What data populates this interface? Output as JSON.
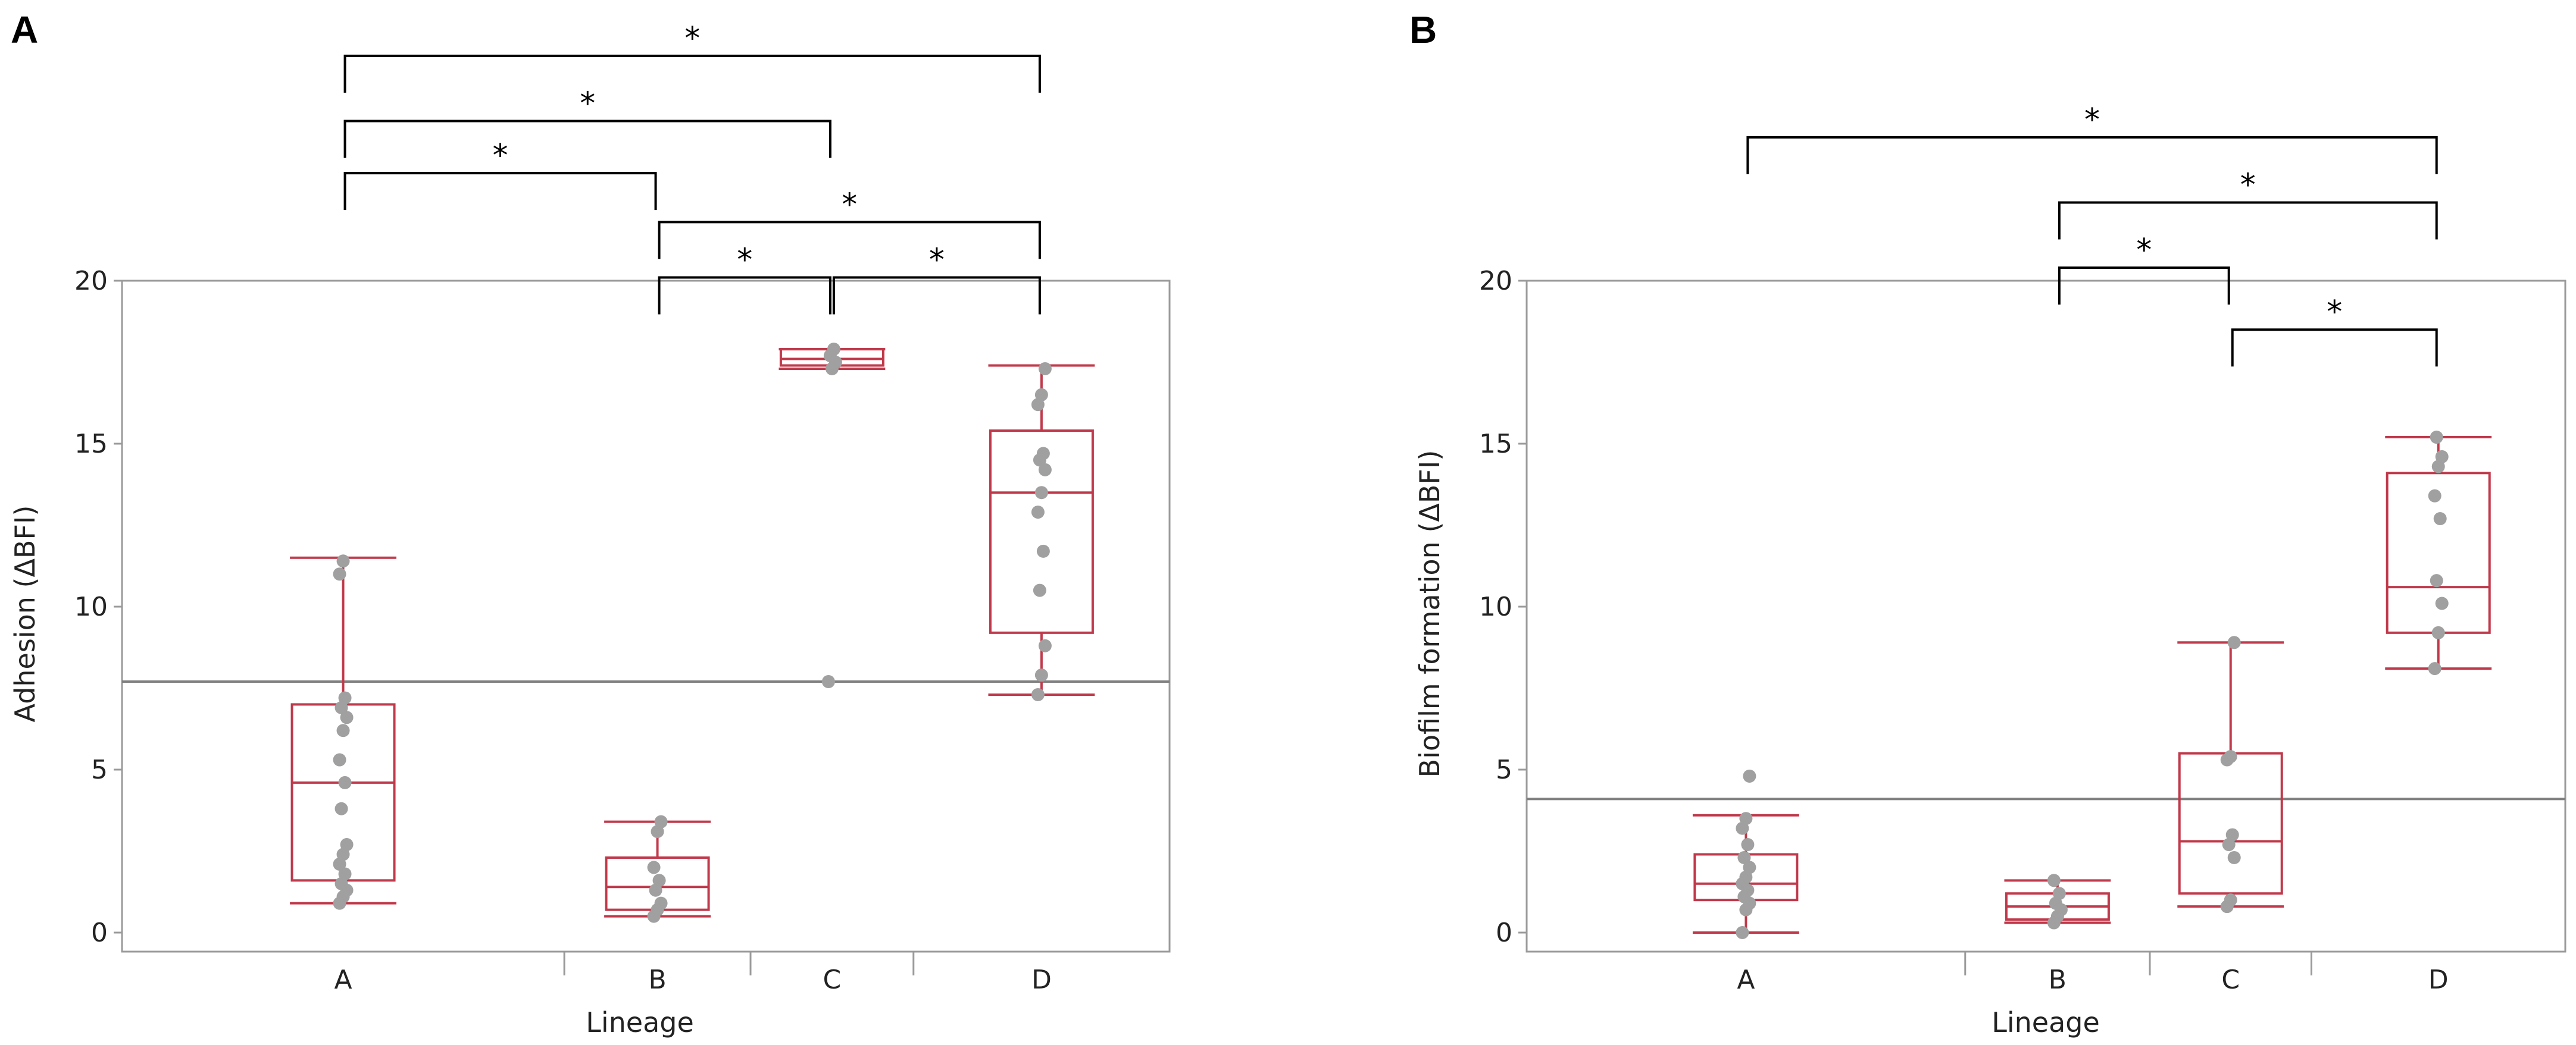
{
  "colors": {
    "box": "#c0394a",
    "point": "#a0a0a0",
    "axis": "#9a9a9a",
    "mean_line": "#808080",
    "bracket": "#000000"
  },
  "chart_data": [
    {
      "type": "box",
      "panel_label": "A",
      "xlabel": "Lineage",
      "ylabel": "Adhesion (ΔBFI)",
      "ylim": [
        0,
        20
      ],
      "yticks": [
        0,
        5,
        10,
        15,
        20
      ],
      "categories": [
        "A",
        "B",
        "C",
        "D"
      ],
      "category_widths": [
        19,
        8,
        7,
        11
      ],
      "reference_line": 7.7,
      "boxes": [
        {
          "category": "A",
          "min": 0.9,
          "q1": 1.6,
          "median": 4.6,
          "q3": 7.0,
          "max": 11.5
        },
        {
          "category": "B",
          "min": 0.5,
          "q1": 0.7,
          "median": 1.4,
          "q3": 2.3,
          "max": 3.4
        },
        {
          "category": "C",
          "min": 17.3,
          "q1": 17.4,
          "median": 17.6,
          "q3": 17.9,
          "max": 17.9
        },
        {
          "category": "D",
          "min": 7.3,
          "q1": 9.2,
          "median": 13.5,
          "q3": 15.4,
          "max": 17.4
        }
      ],
      "points": [
        {
          "category": "A",
          "values": [
            0.9,
            1.1,
            1.3,
            1.5,
            1.8,
            2.1,
            2.4,
            2.7,
            3.8,
            4.6,
            5.3,
            6.2,
            6.6,
            6.9,
            7.2,
            11.0,
            11.4
          ]
        },
        {
          "category": "B",
          "values": [
            0.5,
            0.7,
            0.9,
            1.3,
            1.6,
            2.0,
            3.1,
            3.4
          ]
        },
        {
          "category": "C",
          "values": [
            7.7,
            17.3,
            17.5,
            17.7,
            17.9
          ]
        },
        {
          "category": "D",
          "values": [
            7.3,
            7.9,
            8.8,
            10.5,
            11.7,
            12.9,
            13.5,
            14.2,
            14.5,
            14.7,
            16.2,
            16.5,
            17.3
          ]
        }
      ],
      "significance": [
        {
          "from": "B",
          "to": "C",
          "label": "*",
          "level": 20.1
        },
        {
          "from": "C",
          "to": "D",
          "label": "*",
          "level": 20.1
        },
        {
          "from": "B",
          "to": "D",
          "label": "*",
          "level": 21.8
        },
        {
          "from": "A",
          "to": "B",
          "label": "*",
          "level": 23.3
        },
        {
          "from": "A",
          "to": "C",
          "label": "*",
          "level": 24.9
        },
        {
          "from": "A",
          "to": "D",
          "label": "*",
          "level": 26.9
        }
      ]
    },
    {
      "type": "box",
      "panel_label": "B",
      "xlabel": "Lineage",
      "ylabel": "Biofilm formation (ΔBFI)",
      "ylim": [
        0,
        20
      ],
      "yticks": [
        0,
        5,
        10,
        15,
        20
      ],
      "categories": [
        "A",
        "B",
        "C",
        "D"
      ],
      "category_widths": [
        19,
        8,
        7,
        11
      ],
      "reference_line": 4.1,
      "boxes": [
        {
          "category": "A",
          "min": 0.0,
          "q1": 1.0,
          "median": 1.5,
          "q3": 2.4,
          "max": 3.6
        },
        {
          "category": "B",
          "min": 0.3,
          "q1": 0.4,
          "median": 0.8,
          "q3": 1.2,
          "max": 1.6
        },
        {
          "category": "C",
          "min": 0.8,
          "q1": 1.2,
          "median": 2.8,
          "q3": 5.5,
          "max": 8.9
        },
        {
          "category": "D",
          "min": 8.1,
          "q1": 9.2,
          "median": 10.6,
          "q3": 14.1,
          "max": 15.2
        }
      ],
      "points": [
        {
          "category": "A",
          "values": [
            0.0,
            0.7,
            0.9,
            1.1,
            1.3,
            1.5,
            1.7,
            2.0,
            2.3,
            2.7,
            3.2,
            3.5,
            4.8
          ]
        },
        {
          "category": "B",
          "values": [
            0.3,
            0.5,
            0.7,
            0.9,
            1.2,
            1.6
          ]
        },
        {
          "category": "C",
          "values": [
            0.8,
            1.0,
            2.3,
            2.7,
            3.0,
            5.3,
            5.4,
            8.9
          ]
        },
        {
          "category": "D",
          "values": [
            8.1,
            9.2,
            10.1,
            10.8,
            12.7,
            13.4,
            14.3,
            14.6,
            15.2
          ]
        }
      ],
      "significance": [
        {
          "from": "C",
          "to": "D",
          "label": "*",
          "level": 18.5
        },
        {
          "from": "B",
          "to": "C",
          "label": "*",
          "level": 20.4
        },
        {
          "from": "B",
          "to": "D",
          "label": "*",
          "level": 22.4
        },
        {
          "from": "A",
          "to": "D",
          "label": "*",
          "level": 24.4
        }
      ]
    }
  ]
}
